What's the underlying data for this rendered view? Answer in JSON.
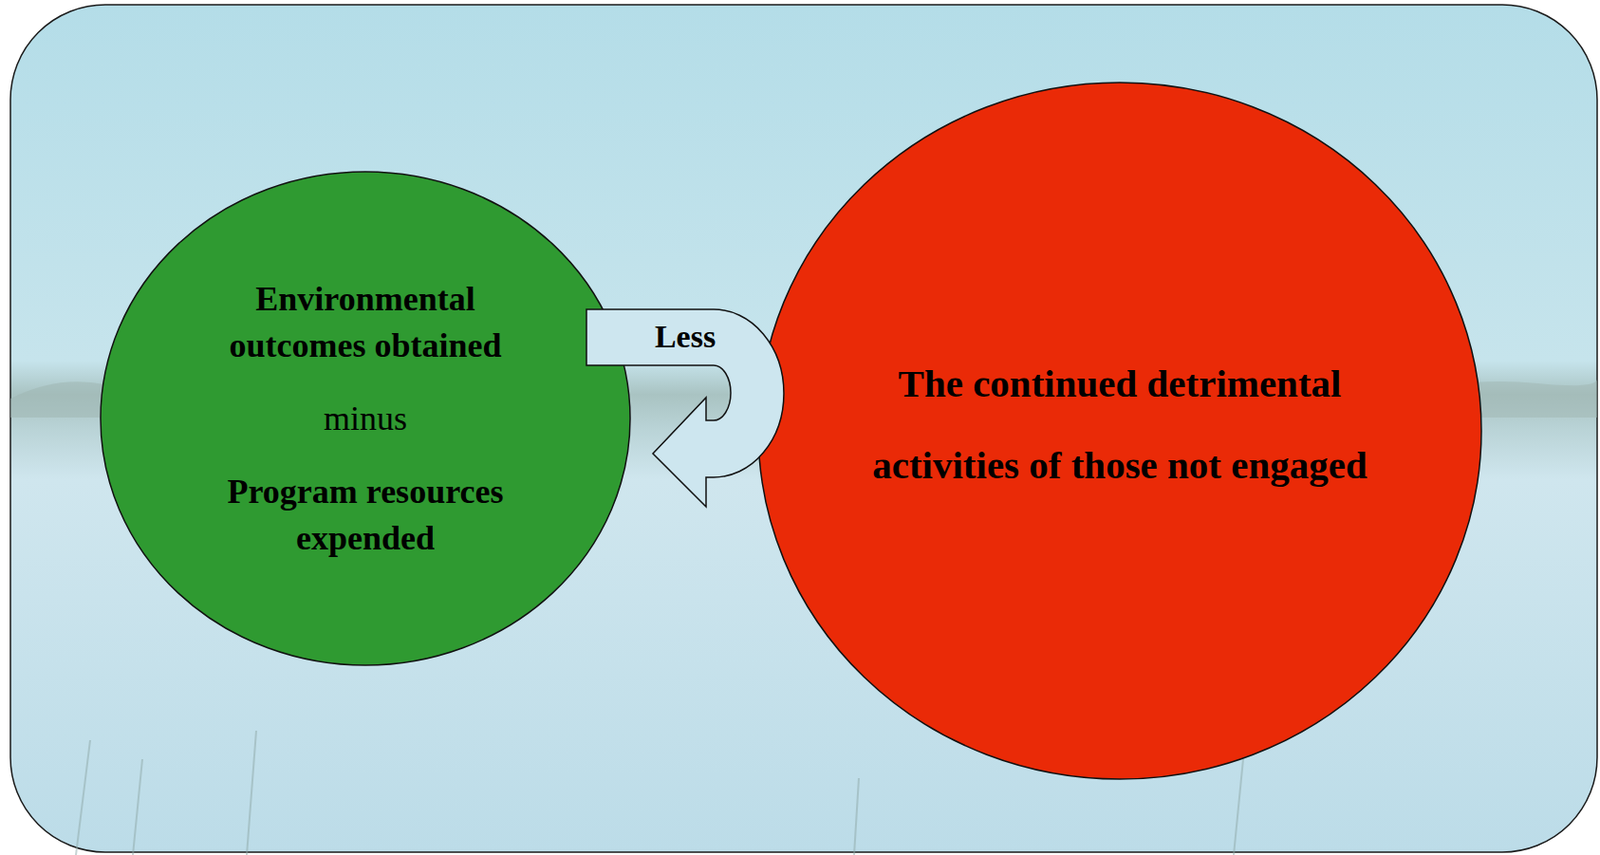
{
  "diagram": {
    "nodes": [
      {
        "text": [
          "Environmental outcomes obtained",
          "minus",
          "Program resources expended"
        ]
      },
      {
        "text": [
          "The continued detrimental activities of those not engaged"
        ]
      }
    ],
    "edges": [
      {
        "from": 1,
        "to": 0,
        "arrow": "to",
        "label": "Less"
      }
    ]
  }
}
